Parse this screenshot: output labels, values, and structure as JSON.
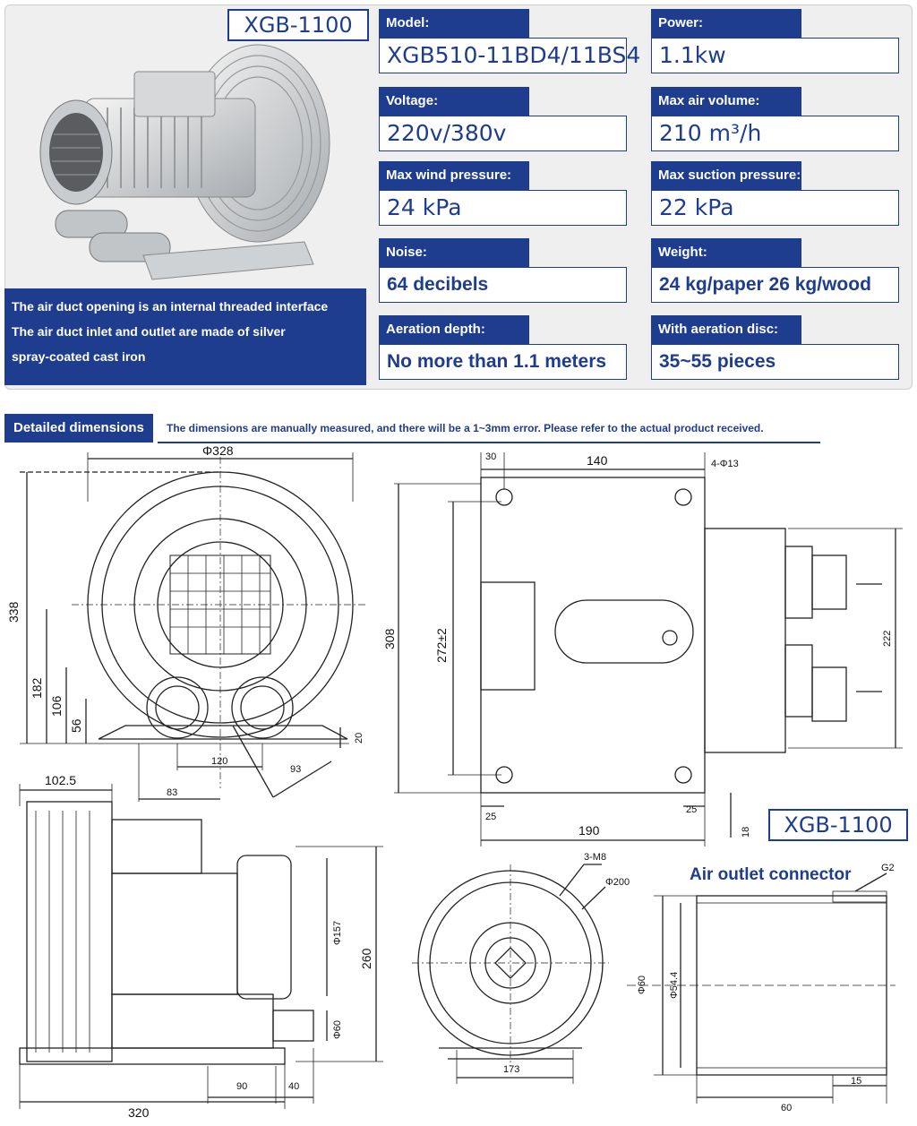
{
  "header": {
    "model_title": "XGB-1100",
    "description_lines": [
      "The air duct opening is an internal threaded interface",
      "The air duct inlet and outlet are made of silver",
      "spray-coated cast iron"
    ]
  },
  "specs": [
    {
      "label": "Model:",
      "value": "XGB510-11BD4/11BS4"
    },
    {
      "label": "Power:",
      "value": "1.1kw"
    },
    {
      "label": "Voltage:",
      "value": "220v/380v"
    },
    {
      "label": "Max air volume:",
      "value": "210 m³/h"
    },
    {
      "label": "Max wind pressure:",
      "value": "24 kPa"
    },
    {
      "label": "Max suction pressure:",
      "value": "22 kPa"
    },
    {
      "label": "Noise:",
      "value": "64 decibels"
    },
    {
      "label": "Weight:",
      "value": "24 kg/paper 26 kg/wood"
    },
    {
      "label": "Aeration depth:",
      "value": "No more than 1.1 meters"
    },
    {
      "label": "With aeration disc:",
      "value": "35~55 pieces"
    }
  ],
  "dimensions_section": {
    "label": "Detailed dimensions",
    "note": "The dimensions are manually measured, and there will be a 1~3mm error. Please refer to the actual product received."
  },
  "drawing_labels": {
    "front": {
      "diameter": "Φ328",
      "height": "338",
      "h182": "182",
      "h106": "106",
      "h56": "56",
      "w120": "120",
      "w83": "83",
      "d93": "93",
      "h20": "20"
    },
    "side": {
      "w30": "30",
      "w140": "140",
      "holes": "4-Φ13",
      "h308": "308",
      "h272": "272±2",
      "h222": "222",
      "w25a": "25",
      "w25b": "25",
      "w190": "190",
      "h18": "18"
    },
    "bottom": {
      "w102": "102.5",
      "w320": "320",
      "h260": "260",
      "d157": "Φ157",
      "d60": "Φ60",
      "w90": "90",
      "w40": "40"
    },
    "rear": {
      "screws": "3-M8",
      "d200": "Φ200",
      "w173": "173"
    },
    "connector": {
      "title": "Air outlet connector",
      "thread": "G2",
      "d60": "Φ60",
      "d54": "Φ54.4",
      "w60": "60",
      "w15": "15"
    },
    "tag": "XGB-1100"
  }
}
